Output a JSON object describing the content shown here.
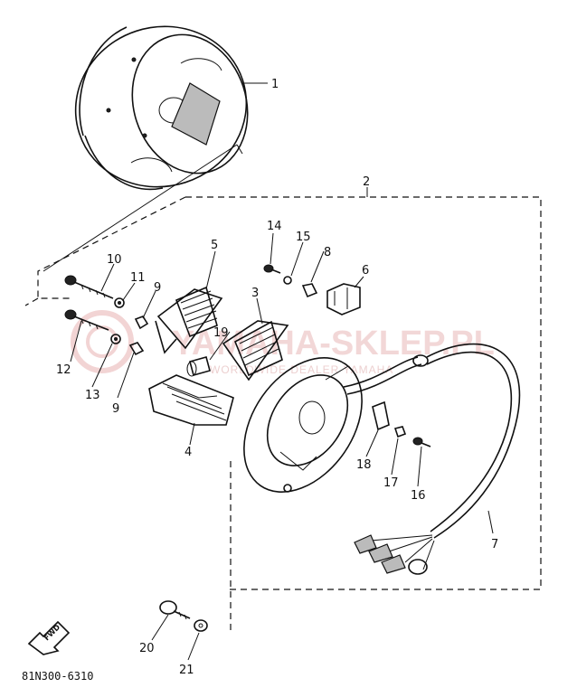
{
  "diagram": {
    "part_code": "81N300-6310",
    "direction_arrow": "FWD",
    "watermark_main": "YAMAHA-SKLEP.PL",
    "watermark_sub": "WORLDWIDE DEALER YAMAHA",
    "callouts": [
      "1",
      "2",
      "3",
      "4",
      "5",
      "6",
      "7",
      "8",
      "9",
      "9",
      "10",
      "11",
      "12",
      "13",
      "14",
      "15",
      "16",
      "17",
      "18",
      "19",
      "20",
      "21"
    ],
    "icons": [
      "forward-arrow-icon",
      "watermark-logo-icon"
    ]
  }
}
